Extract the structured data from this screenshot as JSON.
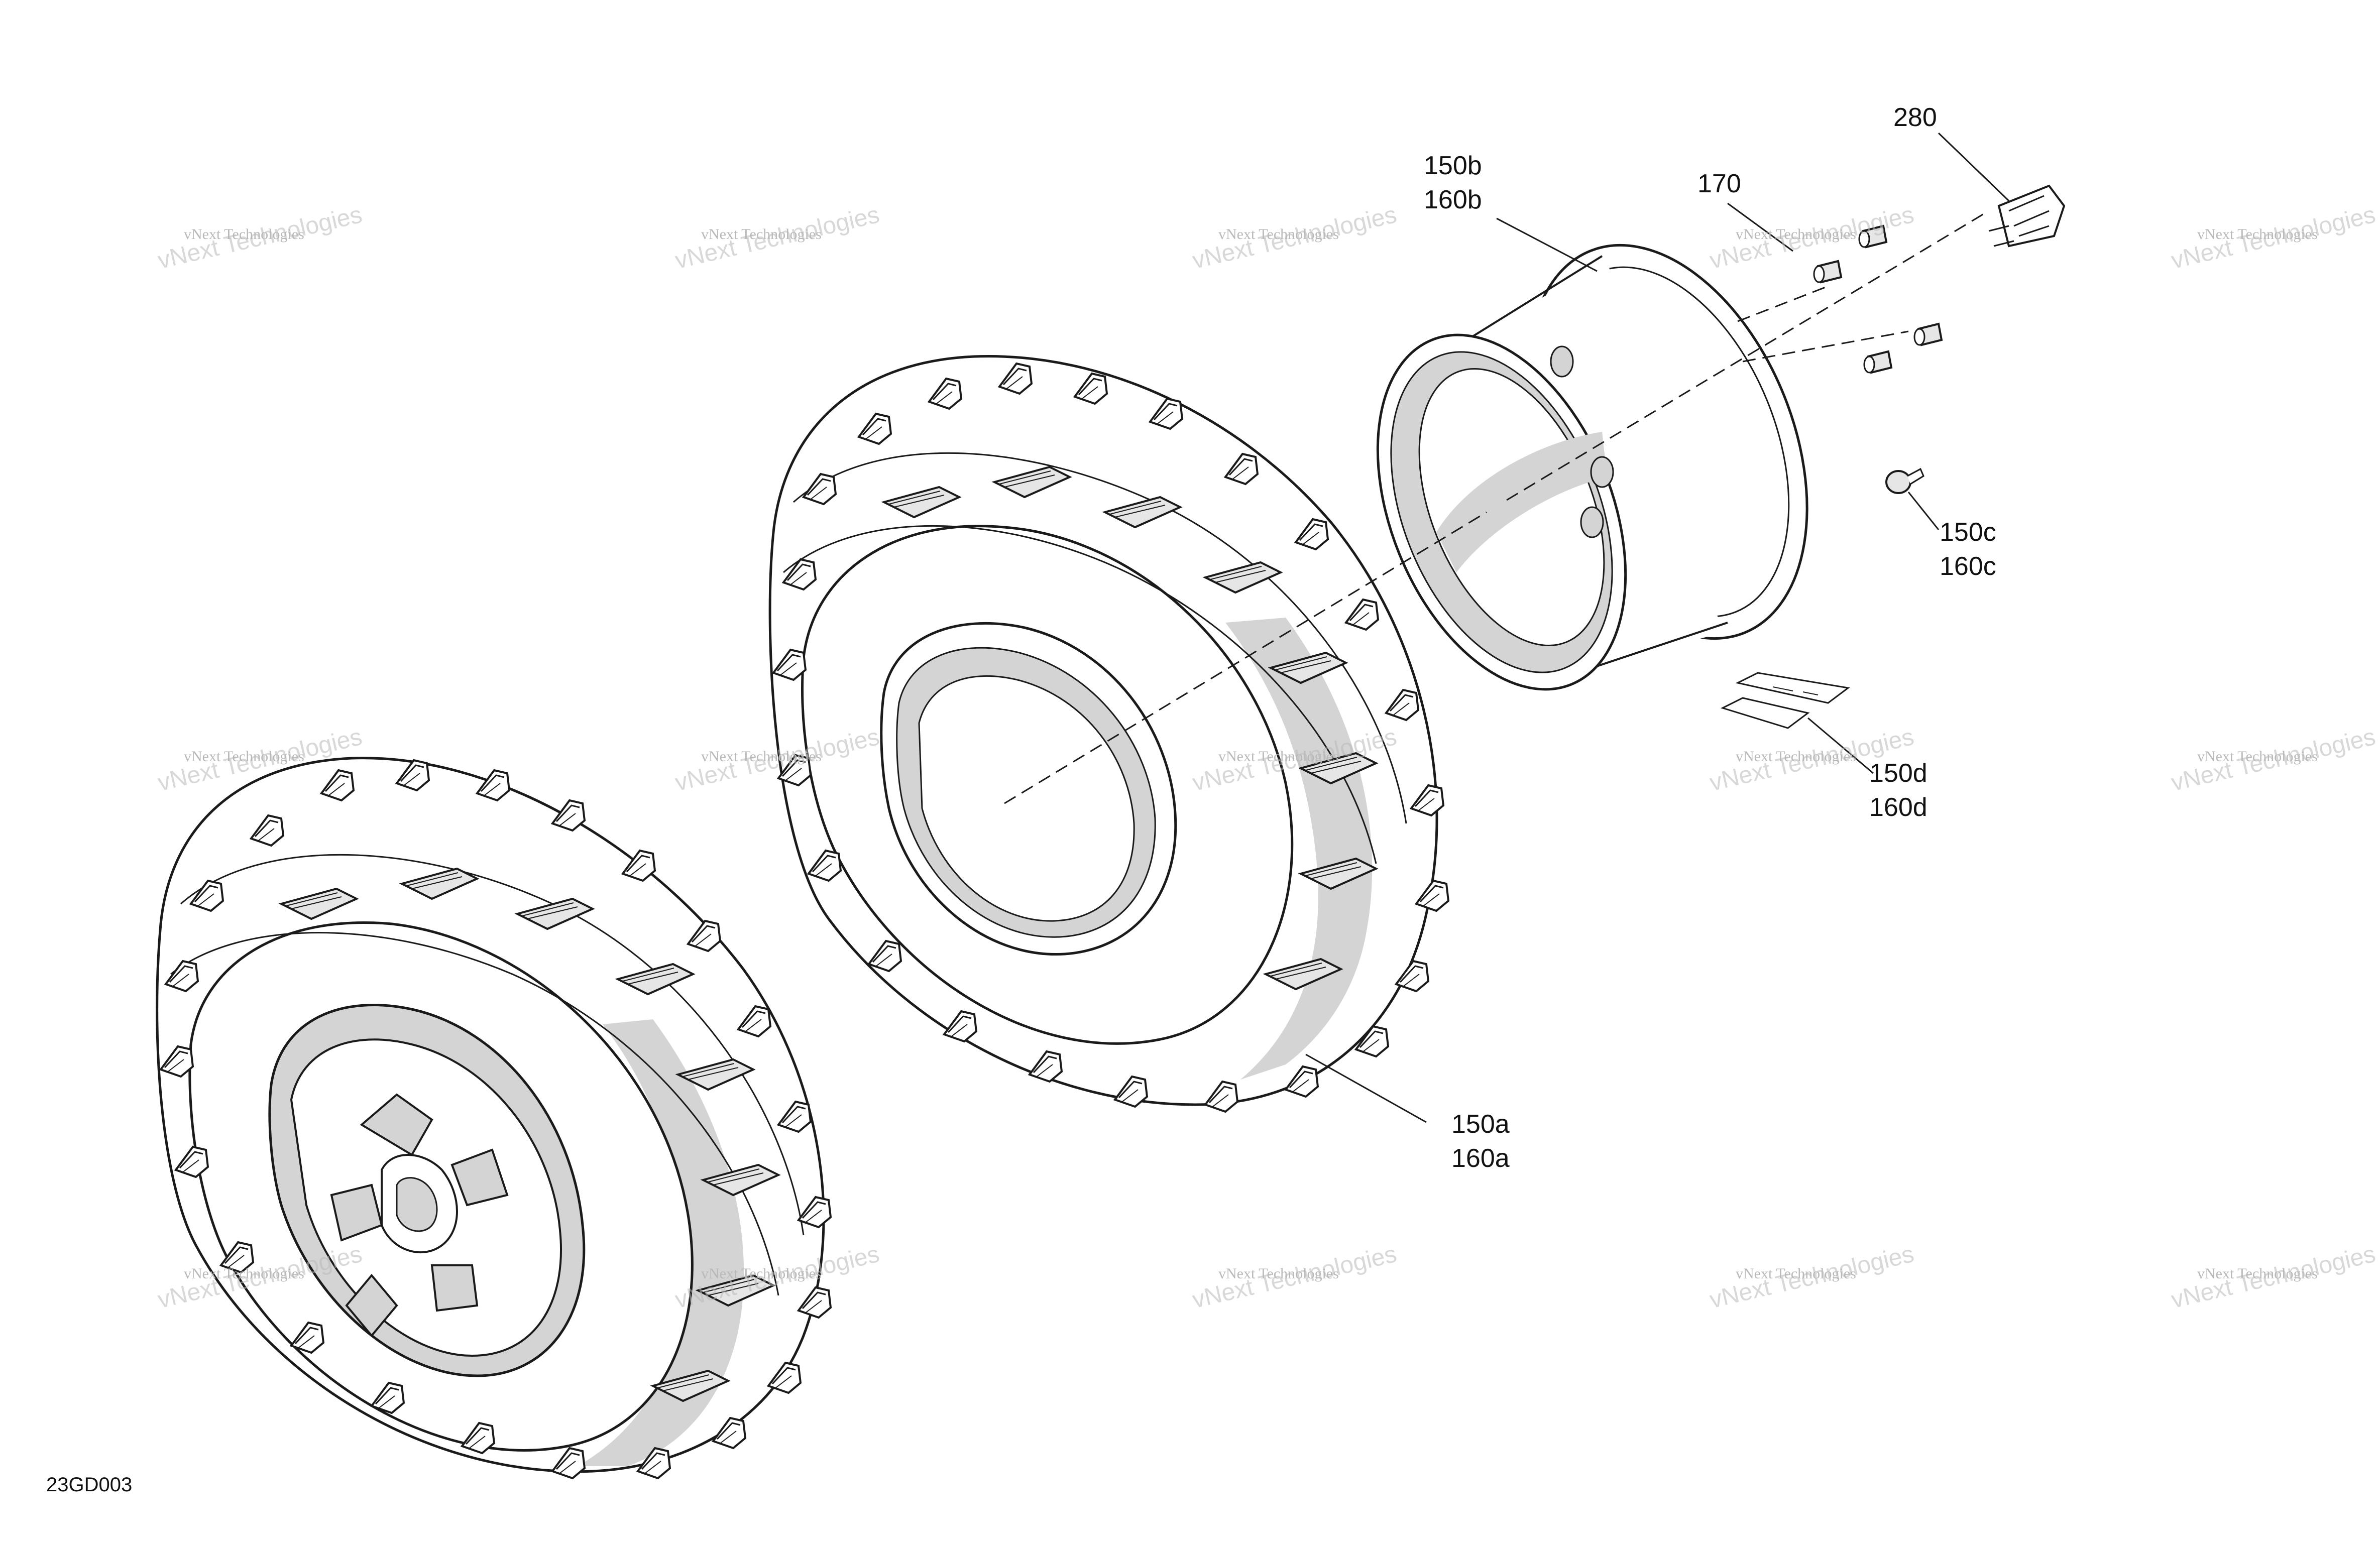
{
  "diagram": {
    "diagram_id": "23GD003",
    "callouts": [
      {
        "key": "c280",
        "lines": [
          "280"
        ]
      },
      {
        "key": "c170",
        "lines": [
          "170"
        ]
      },
      {
        "key": "c150b",
        "lines": [
          "150b",
          "160b"
        ]
      },
      {
        "key": "c150c",
        "lines": [
          "150c",
          "160c"
        ]
      },
      {
        "key": "c150d",
        "lines": [
          "150d",
          "160d"
        ]
      },
      {
        "key": "c150a",
        "lines": [
          "150a",
          "160a"
        ]
      }
    ]
  },
  "watermark": {
    "text": "vNext Technologies",
    "color": "#b9b9b9"
  },
  "colors": {
    "line": "#1a1a1a",
    "shade": "#d4d4d4",
    "background": "#ffffff"
  }
}
